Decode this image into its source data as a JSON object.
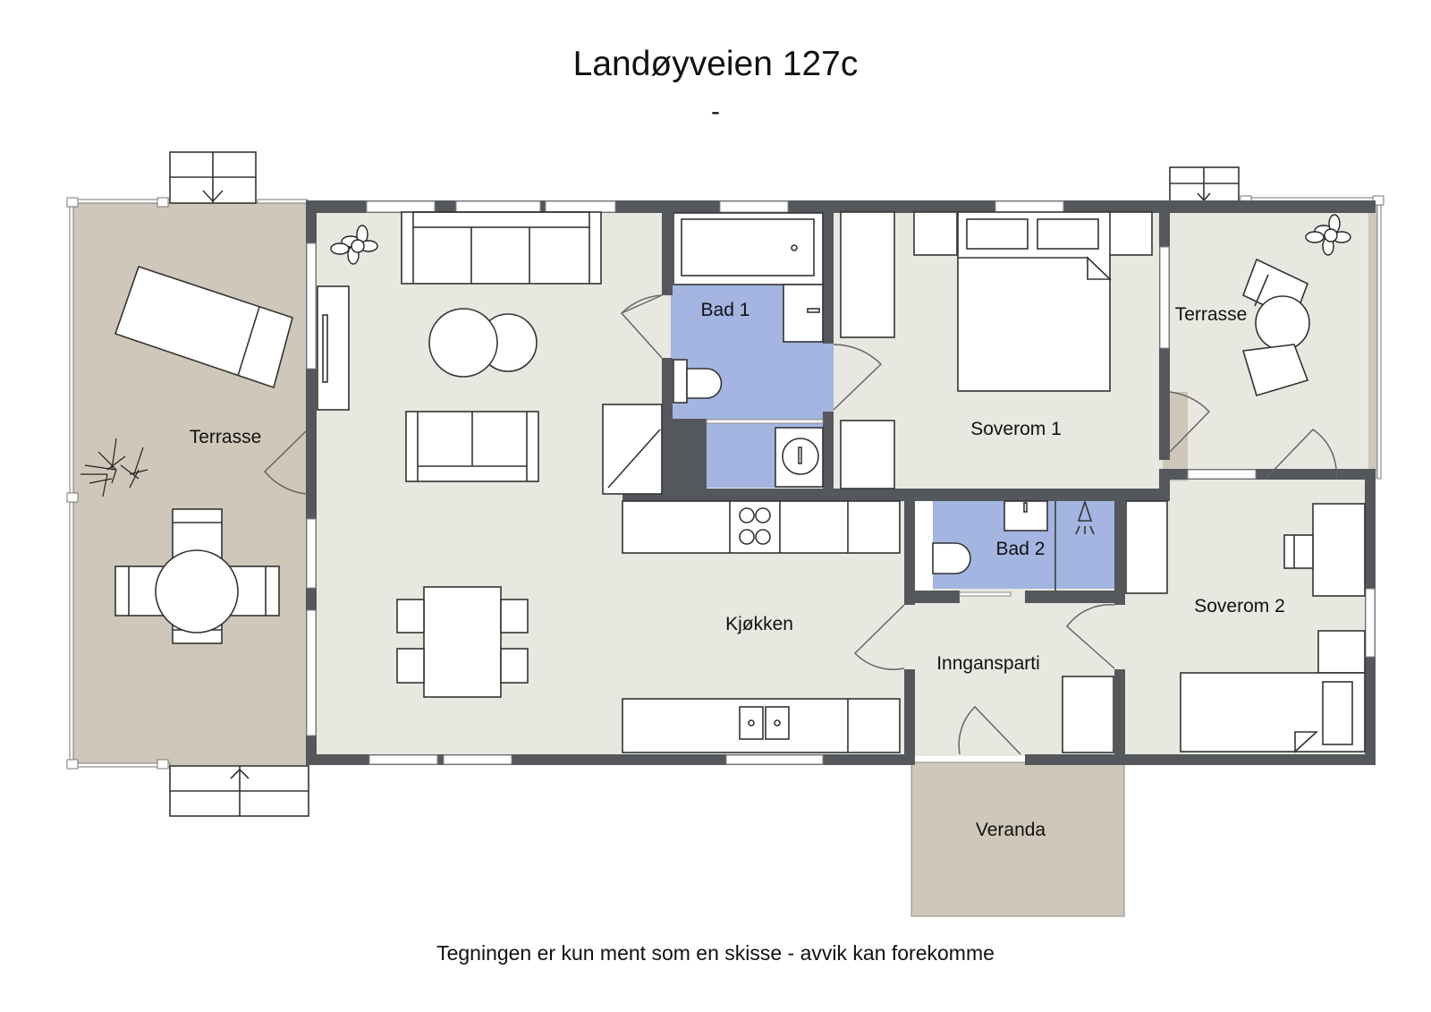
{
  "header": {
    "title": "Landøyveien 127c",
    "subtitle": "-"
  },
  "footer": {
    "disclaimer": "Tegningen er kun ment som en skisse - avvik kan forekomme"
  },
  "colors": {
    "wall": "#54575c",
    "indoor_floor": "#e8e8e1",
    "bathroom_floor": "#a3b5e0",
    "outdoor_floor": "#cfc7b9",
    "furniture": "#ffffff"
  },
  "rooms": {
    "terrace_west": "Terrasse",
    "bad1": "Bad 1",
    "soverom1": "Soverom 1",
    "terrace_east": "Terrasse",
    "bad2": "Bad 2",
    "soverom2": "Soverom 2",
    "kjokken": "Kjøkken",
    "inngangsparti": "Inngansparti",
    "veranda": "Veranda"
  },
  "icons": [
    "stairs-icon",
    "plant-icon",
    "sofa-icon",
    "bed-icon",
    "bathtub-icon",
    "toilet-icon",
    "sink-icon",
    "shower-icon",
    "stove-icon",
    "washing-machine-icon",
    "table-icon",
    "chair-icon",
    "door-icon",
    "window-icon"
  ]
}
